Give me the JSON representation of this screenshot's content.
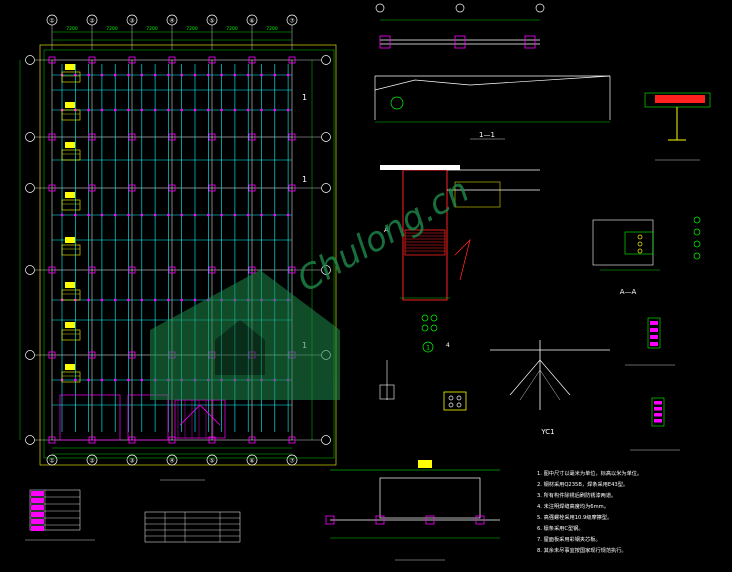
{
  "grid_x_labels": [
    "①",
    "②",
    "③",
    "④",
    "⑤",
    "⑥",
    "⑦"
  ],
  "dim_top": [
    "7200",
    "7200",
    "7200",
    "7200",
    "7200",
    "7200"
  ],
  "side_markers": [
    "1",
    "1",
    "1"
  ],
  "section_labels": {
    "sec_1_1": "1—1",
    "sec_a_a_top": "A",
    "sec_a_a_bottom": "A—A",
    "yc1": "YC1",
    "circle_1": "1",
    "detail_4": "4"
  },
  "notes": [
    "1. 图中尺寸以毫米为单位，标高以米为单位。",
    "2. 钢材采用Q235B，焊条采用E43型。",
    "3. 所有构件除锈后刷防锈漆两道。",
    "4. 未注明焊缝高度均为6mm。",
    "5. 高强螺栓采用10.9级摩擦型。",
    "6. 檩条采用C型钢。",
    "7. 屋面板采用彩钢夹芯板。",
    "8. 其余未尽事宜按国家现行规范执行。"
  ],
  "colors": {
    "bg": "#000000",
    "grid": "#ffffff",
    "beam": "#00ffff",
    "col": "#ff00ff",
    "dim": "#00ff00",
    "hilite": "#ffff00",
    "red": "#ff2020",
    "watermark": "#1f8a4c"
  },
  "watermark_text": "Chulong.cn"
}
